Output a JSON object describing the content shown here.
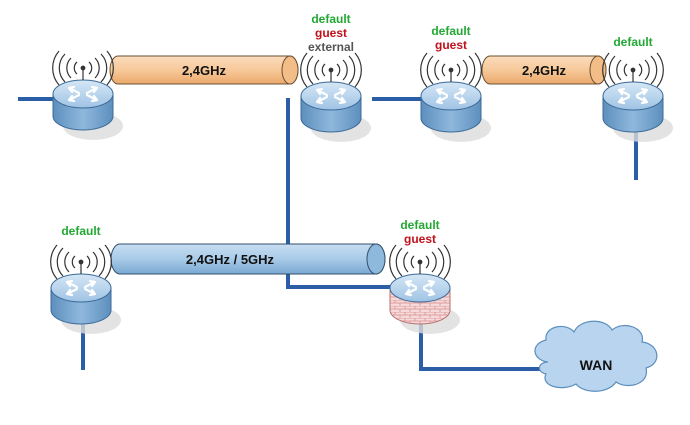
{
  "colors": {
    "default": "#22a833",
    "guest": "#c0111a",
    "external": "#555555",
    "cable": "#2c5ea8",
    "router_top": "#b9d6ee",
    "router_side": "#6e9ec8",
    "orange_link": "#f7c99a",
    "blue_link": "#a8cbe8",
    "cloud": "#b9d4ee"
  },
  "links": {
    "top_left": "2,4GHz",
    "top_right": "2,4GHz",
    "middle": "2,4GHz / 5GHz"
  },
  "routers": {
    "r2": {
      "networks": [
        "default",
        "guest",
        "external"
      ]
    },
    "r3": {
      "networks": [
        "default",
        "guest"
      ]
    },
    "r4": {
      "networks": [
        "default"
      ]
    },
    "r5": {
      "networks": [
        "default"
      ]
    },
    "r6": {
      "networks": [
        "default",
        "guest"
      ]
    }
  },
  "wan": {
    "label": "WAN"
  }
}
